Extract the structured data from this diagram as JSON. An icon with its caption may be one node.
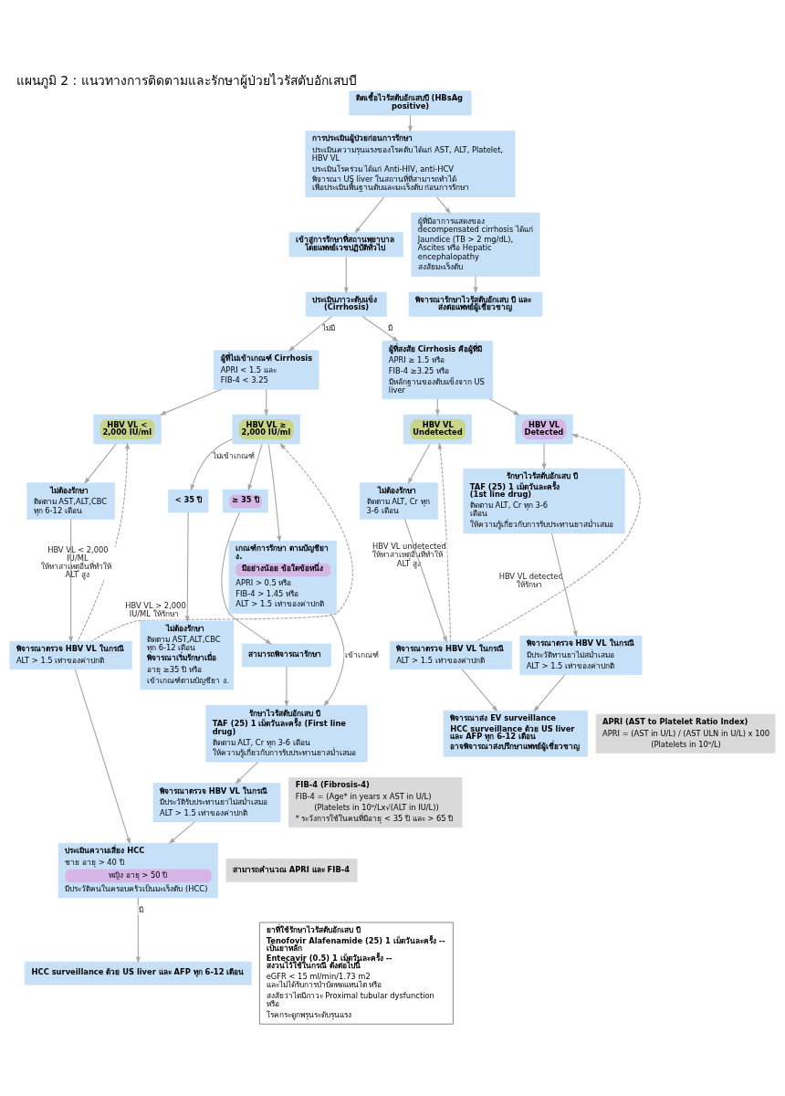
{
  "diagram": {
    "title": "แผนภูมิ 2 : แนวทางการติดตามและรักษาผู้ป่วยไวรัสตับอักเสบบี",
    "nodes": [
      {
        "text": [
          "ติดเชื้อไวรัสตับอักเสบบี (HBsAg positive)"
        ]
      },
      {
        "text": [
          "การประเมินผู้ป่วยก่อนการรักษา",
          "ประเมินความรุนแรงของโรคตับ ได้แก่ AST, ALT, Platelet, HBV VL",
          "ประเมินโรคร่วม ได้แก่ Anti-HIV, anti-HCV",
          "พิจารณา US liver ในสถานที่ที่สามารถทำได้ เพื่อประเมินพื้นฐานตับและมะเร็งตับ ก่อนการรักษา"
        ]
      },
      {
        "text": [
          "เข้าสู่การรักษาที่สถานพยาบาล โดยแพทย์เวชปฏิบัติทั่วไป"
        ]
      },
      {
        "text": [
          "ผู้ที่มีอาการแสดงของ decompensated cirrhosis ได้แก่",
          "Jaundice (TB > 2 mg/dL), Ascites หรือ Hepatic encephalopathy",
          "สงสัยมะเร็งตับ"
        ]
      },
      {
        "text": [
          "ประเมินภาวะตับแข็ง (Cirrhosis)"
        ]
      },
      {
        "text": [
          "พิจารณารักษาไวรัสตับอักเสบ บี และ ส่งต่อแพทย์ผู้เชี่ยวชาญ"
        ]
      },
      {
        "text": [
          "ผู้ที่ไม่เข้าเกณฑ์ Cirrhosis",
          "APRI < 1.5 และ",
          "FIB-4 < 3.25"
        ]
      },
      {
        "text": [
          "ผู้ที่สงสัย Cirrhosis คือผู้ที่มี",
          "APRI ≥ 1.5 หรือ",
          "FIB-4 ≥3.25 หรือ",
          "มีหลักฐานของตับแข็งจาก US liver"
        ]
      },
      {
        "text": [
          "HBV VL < 2,000 IU/ml"
        ]
      },
      {
        "text": [
          "HBV VL ≥ 2,000 IU/ml"
        ]
      },
      {
        "text": [
          "HBV VL Undetected"
        ]
      },
      {
        "text": [
          "HBV VL Detected"
        ]
      },
      {
        "text": [
          "รักษาไวรัสตับอักเสบ บี",
          "TAF (25) 1 เม็ดวันละครั้ง (1st line drug)",
          "ติดตาม ALT, Cr ทุก 3-6 เดือน",
          "ให้ความรู้เกี่ยวกับการรับประทานยาสม่ำเสมอ"
        ]
      },
      {
        "text": [
          "เกณฑ์การรักษา ตามบัญชียา ง.",
          "มีอย่างน้อย ข้อใดข้อหนึ่ง",
          "APRI > 0.5 หรือ",
          "FIB-4 > 1.45 หรือ",
          "ALT > 1.5 เท่าของค่าปกติ"
        ]
      },
      {
        "text": [
          "ไม่ต้องรักษา",
          "ติดตาม ALT, Cr ทุก 3-6 เดือน"
        ]
      },
      {
        "text": [
          "< 35 ปี"
        ]
      },
      {
        "text": [
          "≥ 35 ปี"
        ]
      },
      {
        "text": [
          "พิจารณาตรวจ HBV VL ในกรณี",
          "มีประวัติทานยาไม่สม่ำเสมอ",
          "ALT > 1.5 เท่าของค่าปกติ"
        ]
      },
      {
        "text": [
          "ไม่ต้องรักษา",
          "ติดตาม AST,ALT,CBC ทุก 6-12 เดือน"
        ]
      },
      {
        "text": [
          "ไม่ต้องรักษา",
          "ติดตาม AST,ALT,CBC ทุก 6-12 เดือน",
          "พิจารณาเริ่มรักษาเมื่อ",
          "อายุ ≥35 ปี หรือ",
          "เข้าเกณฑ์ตามบัญชียา ง."
        ]
      },
      {
        "text": [
          "สามารถพิจารณารักษา"
        ]
      },
      {
        "text": [
          "พิจารณาตรวจ HBV VL ในกรณี",
          "ALT > 1.5 เท่าของค่าปกติ"
        ]
      },
      {
        "text": [
          "พิจารณาส่ง EV surveillance",
          "HCC surveillance ด้วย US liver และ AFP ทุก 6-12 เดือน",
          "อาจพิจารณาส่งปรึกษาแพทย์ผู้เชี่ยวชาญ"
        ]
      },
      {
        "text": [
          "พิจารณาตรวจ HBV VL ในกรณี",
          "ALT > 1.5 เท่าของค่าปกติ"
        ]
      },
      {
        "text": [
          "รักษาไวรัสตับอักเสบ บี",
          "TAF (25) 1 เม็ดวันละครั้ง (First line drug)",
          "ติดตาม ALT, Cr ทุก 3-6 เดือน",
          "ให้ความรู้เกี่ยวกับการรับประทานยาสม่ำเสมอ"
        ]
      },
      {
        "text": [
          "พิจารณาตรวจ HBV VL ในกรณี",
          "มีประวัติรับประทานยาไม่สม่ำเสมอ",
          "ALT > 1.5 เท่าของค่าปกติ"
        ]
      },
      {
        "text": [
          "ประเมินความเสี่ยง HCC",
          "ชาย อายุ > 40 ปี",
          "หญิง อายุ > 50 ปี",
          "มีประวัติคนในครอบครัวเป็นมะเร็งตับ (HCC)"
        ]
      },
      {
        "text": [
          "HCC surveillance ด้วย US liver และ AFP ทุก 6-12 เดือน"
        ]
      },
      {
        "text": [
          "APRI (AST to Platelet Ratio Index)",
          "APRI = (AST in U/L) / (AST ULN in U/L) x 100",
          "(Platelets in 10⁹/L)"
        ]
      },
      {
        "text": [
          "FIB-4 (Fibrosis-4)",
          "FIB-4 = (Age* in years x AST in U/L)",
          "(Platelets in 10⁹/Lx√(ALT in IU/L))",
          "* ระวังการใช้ในคนที่มีอายุ < 35 ปี และ > 65 ปี"
        ]
      },
      {
        "text": [
          "สามารถคำนวณ APRI และ FIB-4"
        ]
      },
      {
        "text": [
          "ยาที่ใช้รักษาไวรัสตับอักเสบ บี",
          "Tenofovir Alafenamide (25) 1 เม็ดวันละครั้ง -- เป็นยาหลัก",
          "Entecavir (0.5) 1 เม็ดวันละครั้ง -- สงวนไว้ใช้ในกรณี ดังต่อไปนี้",
          "eGFR < 15 ml/min/1.73 m2 และไม่ได้รับการบำบัดทดแทนไต หรือ",
          "สงสัยว่าไตมีภาวะ Proximal tubular dysfunction หรือ",
          "โรคกระดูกพรุนระดับรุนแรง"
        ]
      }
    ],
    "edges": [
      {
        "from": 0,
        "to": 1,
        "arrow": "to"
      },
      {
        "from": 1,
        "to": 2,
        "arrow": "to"
      },
      {
        "from": 1,
        "to": 3,
        "arrow": "to"
      },
      {
        "from": 2,
        "to": 4,
        "arrow": "to"
      },
      {
        "from": 3,
        "to": 5,
        "arrow": "to"
      },
      {
        "from": 4,
        "to": 6,
        "arrow": "to",
        "label": "ไม่มี"
      },
      {
        "from": 4,
        "to": 7,
        "arrow": "to",
        "label": "มี"
      },
      {
        "from": 6,
        "to": 8,
        "arrow": "to"
      },
      {
        "from": 6,
        "to": 9,
        "arrow": "to"
      },
      {
        "from": 7,
        "to": 10,
        "arrow": "to"
      },
      {
        "from": 7,
        "to": 11,
        "arrow": "to"
      },
      {
        "from": 8,
        "to": 18,
        "arrow": "to"
      },
      {
        "from": 9,
        "to": 15,
        "arrow": "to",
        "label": "ไม่เข้าเกณฑ์"
      },
      {
        "from": 9,
        "to": 16,
        "arrow": "to"
      },
      {
        "from": 9,
        "to": 13,
        "arrow": "to"
      },
      {
        "from": 10,
        "to": 14,
        "arrow": "to"
      },
      {
        "from": 11,
        "to": 12,
        "arrow": "to"
      },
      {
        "from": 12,
        "to": 17,
        "arrow": "to"
      },
      {
        "from": 15,
        "to": 19,
        "arrow": "to"
      },
      {
        "from": 16,
        "to": 20,
        "arrow": "to"
      },
      {
        "from": 14,
        "to": 21,
        "arrow": "to"
      },
      {
        "from": 21,
        "to": 22,
        "arrow": "to"
      },
      {
        "from": 17,
        "to": 22,
        "arrow": "to"
      },
      {
        "from": 18,
        "to": 23,
        "arrow": "to"
      },
      {
        "from": 20,
        "to": 24,
        "arrow": "to"
      },
      {
        "from": 13,
        "to": 24,
        "arrow": "to",
        "label": "เข้าเกณฑ์"
      },
      {
        "from": 24,
        "to": 25,
        "arrow": "to"
      },
      {
        "from": 23,
        "to": 26,
        "arrow": "to"
      },
      {
        "from": 25,
        "to": 26,
        "arrow": "to"
      },
      {
        "from": 26,
        "to": 27,
        "arrow": "to",
        "label": "มี"
      },
      {
        "from": 23,
        "to": 8,
        "arrow": "to",
        "style": "dashed",
        "label": "HBV VL < 2,000 IU/ML ให้หาสาเหตุอื่นที่ทำให้ ALT สูง"
      },
      {
        "from": 23,
        "to": 9,
        "arrow": "to",
        "style": "dashed",
        "label": "HBV VL > 2,000 IU/ML ให้รักษา"
      },
      {
        "from": 21,
        "to": 10,
        "arrow": "to",
        "style": "dashed",
        "label": "HBV VL undetected ให้หาสาเหตุอื่นที่ทำให้ ALT สูง"
      },
      {
        "from": 21,
        "to": 11,
        "arrow": "to",
        "style": "dashed",
        "label": "HBV VL detected ให้รักษา"
      }
    ]
  }
}
